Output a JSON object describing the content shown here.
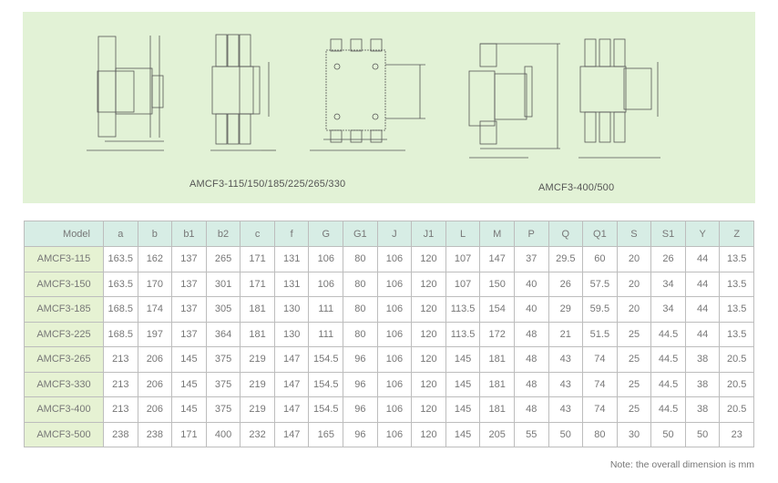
{
  "diagrams": {
    "caption_left": "AMCF3-115/150/185/225/265/330",
    "caption_right": "AMCF3-400/500"
  },
  "table": {
    "headers": [
      "Model",
      "a",
      "b",
      "b1",
      "b2",
      "c",
      "f",
      "G",
      "G1",
      "J",
      "J1",
      "L",
      "M",
      "P",
      "Q",
      "Q1",
      "S",
      "S1",
      "Y",
      "Z"
    ],
    "rows": [
      [
        "AMCF3-115",
        "163.5",
        "162",
        "137",
        "265",
        "171",
        "131",
        "106",
        "80",
        "106",
        "120",
        "107",
        "147",
        "37",
        "29.5",
        "60",
        "20",
        "26",
        "44",
        "13.5"
      ],
      [
        "AMCF3-150",
        "163.5",
        "170",
        "137",
        "301",
        "171",
        "131",
        "106",
        "80",
        "106",
        "120",
        "107",
        "150",
        "40",
        "26",
        "57.5",
        "20",
        "34",
        "44",
        "13.5"
      ],
      [
        "AMCF3-185",
        "168.5",
        "174",
        "137",
        "305",
        "181",
        "130",
        "111",
        "80",
        "106",
        "120",
        "113.5",
        "154",
        "40",
        "29",
        "59.5",
        "20",
        "34",
        "44",
        "13.5"
      ],
      [
        "AMCF3-225",
        "168.5",
        "197",
        "137",
        "364",
        "181",
        "130",
        "111",
        "80",
        "106",
        "120",
        "113.5",
        "172",
        "48",
        "21",
        "51.5",
        "25",
        "44.5",
        "44",
        "13.5"
      ],
      [
        "AMCF3-265",
        "213",
        "206",
        "145",
        "375",
        "219",
        "147",
        "154.5",
        "96",
        "106",
        "120",
        "145",
        "181",
        "48",
        "43",
        "74",
        "25",
        "44.5",
        "38",
        "20.5"
      ],
      [
        "AMCF3-330",
        "213",
        "206",
        "145",
        "375",
        "219",
        "147",
        "154.5",
        "96",
        "106",
        "120",
        "145",
        "181",
        "48",
        "43",
        "74",
        "25",
        "44.5",
        "38",
        "20.5"
      ],
      [
        "AMCF3-400",
        "213",
        "206",
        "145",
        "375",
        "219",
        "147",
        "154.5",
        "96",
        "106",
        "120",
        "145",
        "181",
        "48",
        "43",
        "74",
        "25",
        "44.5",
        "38",
        "20.5"
      ],
      [
        "AMCF3-500",
        "238",
        "238",
        "171",
        "400",
        "232",
        "147",
        "165",
        "96",
        "106",
        "120",
        "145",
        "205",
        "55",
        "50",
        "80",
        "30",
        "50",
        "50",
        "23"
      ]
    ]
  },
  "note": "Note: the overall dimension is mm"
}
